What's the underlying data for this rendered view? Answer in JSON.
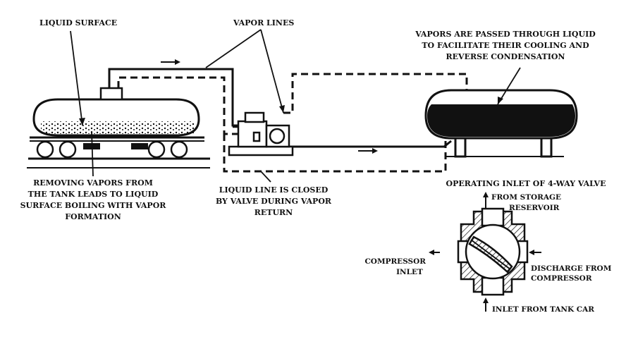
{
  "labels": {
    "liquid_surface": "LIQUID SURFACE",
    "vapor_lines": "VAPOR LINES",
    "vapors_passed": [
      "VAPORS ARE PASSED THROUGH LIQUID",
      "TO FACILITATE THEIR COOLING AND",
      "REVERSE CONDENSATION"
    ],
    "removing_vapors": [
      "REMOVING VAPORS FROM",
      "THE TANK LEADS TO LIQUID",
      "SURFACE BOILING WITH VAPOR",
      "FORMATION"
    ],
    "liquid_line": [
      "LIQUID LINE IS CLOSED",
      "BY VALVE DURING VAPOR",
      "RETURN"
    ],
    "valve_title": "OPERATING INLET OF 4-WAY VALVE",
    "from_storage": [
      "FROM STORAGE",
      "RESERVOIR"
    ],
    "compressor_inlet": [
      "COMPRESSOR",
      "INLET"
    ],
    "discharge": [
      "DISCHARGE FROM",
      "COMPRESSOR"
    ],
    "inlet_tank_car": "INLET FROM TANK CAR"
  },
  "colors": {
    "ink": "#111111",
    "paper": "#ffffff"
  }
}
